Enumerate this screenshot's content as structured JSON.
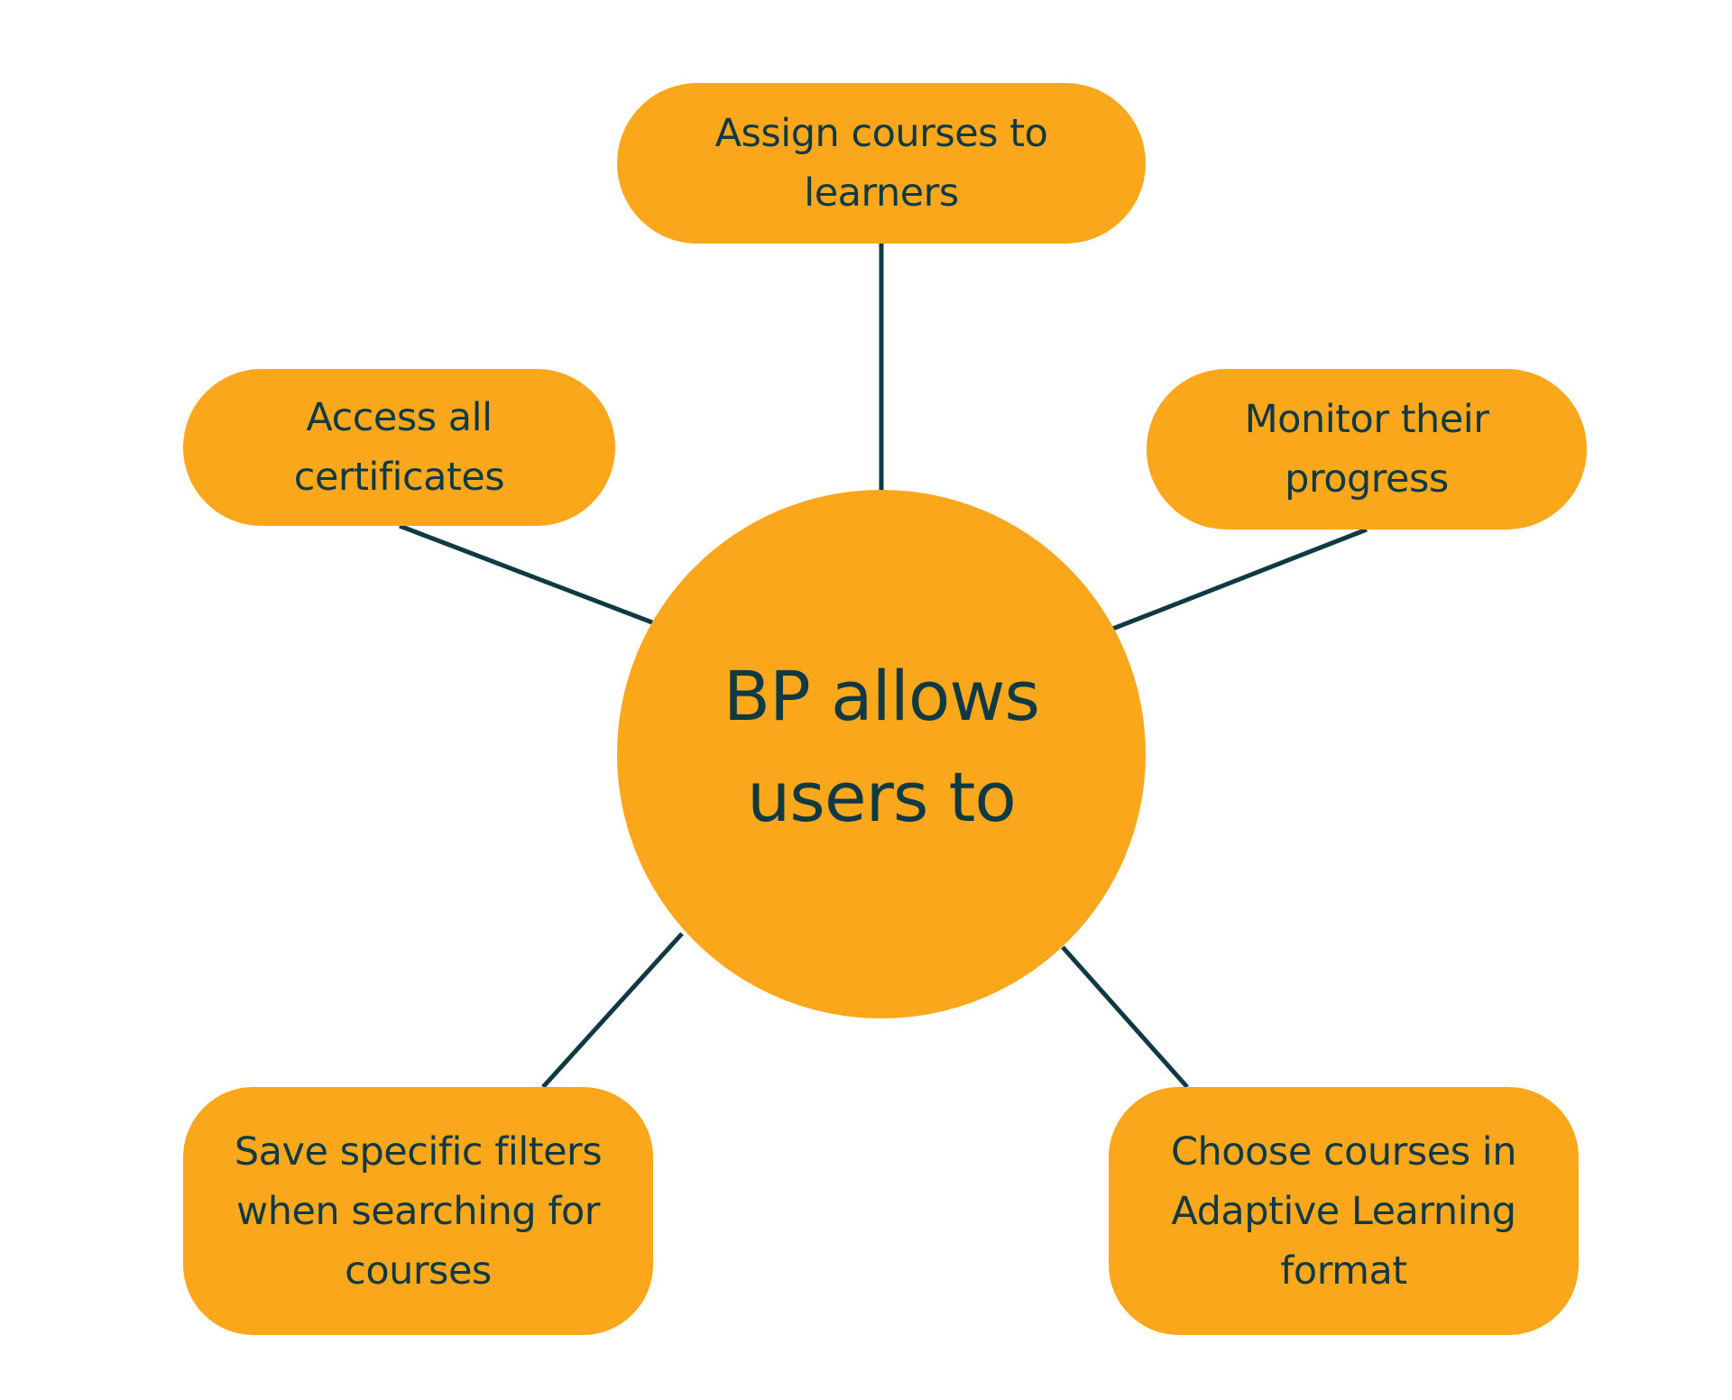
{
  "diagram": {
    "center": {
      "label": "BP allows\nusers to"
    },
    "nodes": {
      "top": {
        "label": "Assign courses to\nlearners"
      },
      "left": {
        "label": "Access all\ncertificates"
      },
      "right": {
        "label": "Monitor their\nprogress"
      },
      "bottom_left": {
        "label": "Save specific filters\nwhen searching for\ncourses"
      },
      "bottom_right": {
        "label": "Choose courses in\nAdaptive Learning\nformat"
      }
    },
    "colors": {
      "node_fill": "#fba71c",
      "text": "#0f3a44",
      "connector": "#0f3a44",
      "background": "#ffffff"
    }
  }
}
